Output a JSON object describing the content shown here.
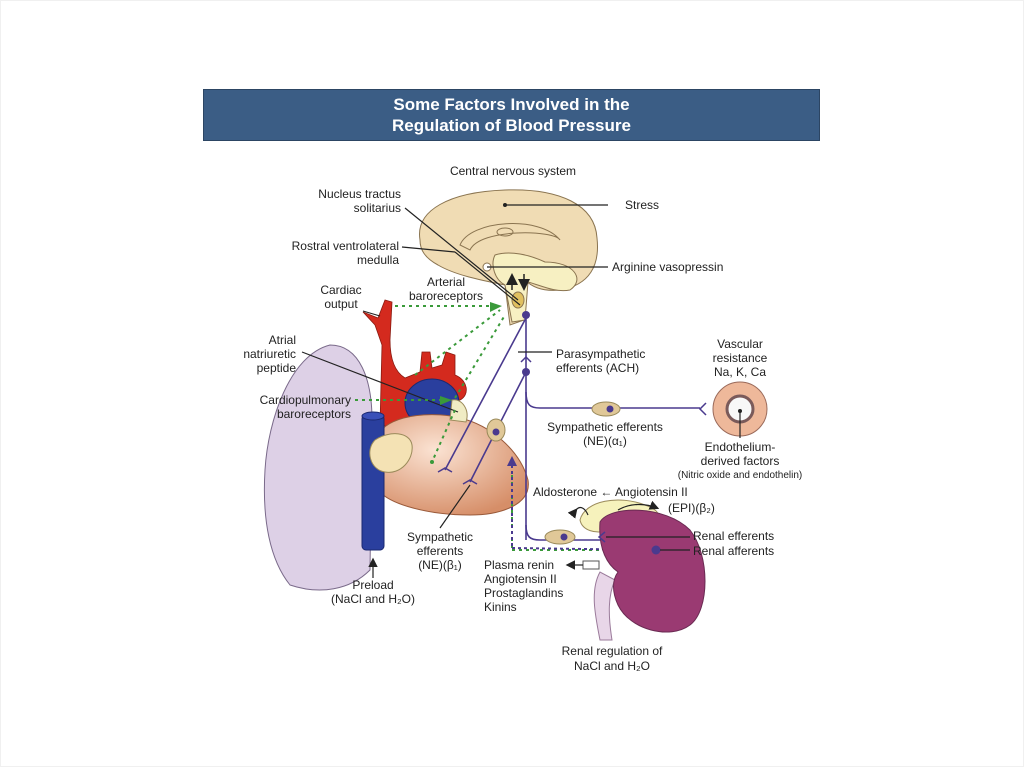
{
  "title": {
    "line1": "Some Factors Involved in the",
    "line2": "Regulation of Blood Pressure"
  },
  "colors": {
    "title_bar": "#3b5d85",
    "brain": "#f0dcb4",
    "brain_stem": "#f7f0c2",
    "heart": "#e6a98a",
    "aorta": "#d42a1e",
    "atrium": "#2a3f9e",
    "vena_cava": "#2a3f9e",
    "lung": "#ddd0e6",
    "kidney": "#9a3a72",
    "adrenal": "#f6f2bc",
    "nerve": "#4a3a8e",
    "baroreceptor_path": "#3a9a3a"
  },
  "labels": {
    "cns": "Central nervous system",
    "nts_1": "Nucleus tractus",
    "nts_2": "solitarius",
    "rvlm_1": "Rostral ventrolateral",
    "rvlm_2": "medulla",
    "stress": "Stress",
    "avp": "Arginine vasopressin",
    "arterial_baro_1": "Arterial",
    "arterial_baro_2": "baroreceptors",
    "cardiac_output_1": "Cardiac",
    "cardiac_output_2": "output",
    "anp_1": "Atrial",
    "anp_2": "natriuretic",
    "anp_3": "peptide",
    "cp_baro_1": "Cardiopulmonary",
    "cp_baro_2": "baroreceptors",
    "parasym_1": "Parasympathetic",
    "parasym_2": "efferents (ACH)",
    "vascular_1": "Vascular",
    "vascular_2": "resistance",
    "vascular_3": "Na, K, Ca",
    "sym_alpha_1": "Sympathetic efferents",
    "sym_alpha_2": "(NE)(α₁)",
    "endo_1": "Endothelium-",
    "endo_2": "derived factors",
    "endo_3": "(Nitric oxide and endothelin)",
    "aldo": "Aldosterone ← Angiotensin II",
    "epi": "(EPI)(β₂)",
    "renal_eff": "Renal efferents",
    "renal_aff": "Renal afferents",
    "sym_beta_1": "Sympathetic",
    "sym_beta_2": "efferents",
    "sym_beta_3": "(NE)(β₁)",
    "plasma_1": "Plasma renin",
    "plasma_2": "Angiotensin II",
    "plasma_3": "Prostaglandins",
    "plasma_4": "Kinins",
    "preload_1": "Preload",
    "preload_2": "(NaCl and H₂O)",
    "renal_reg_1": "Renal regulation of",
    "renal_reg_2": "NaCl and H₂O"
  }
}
